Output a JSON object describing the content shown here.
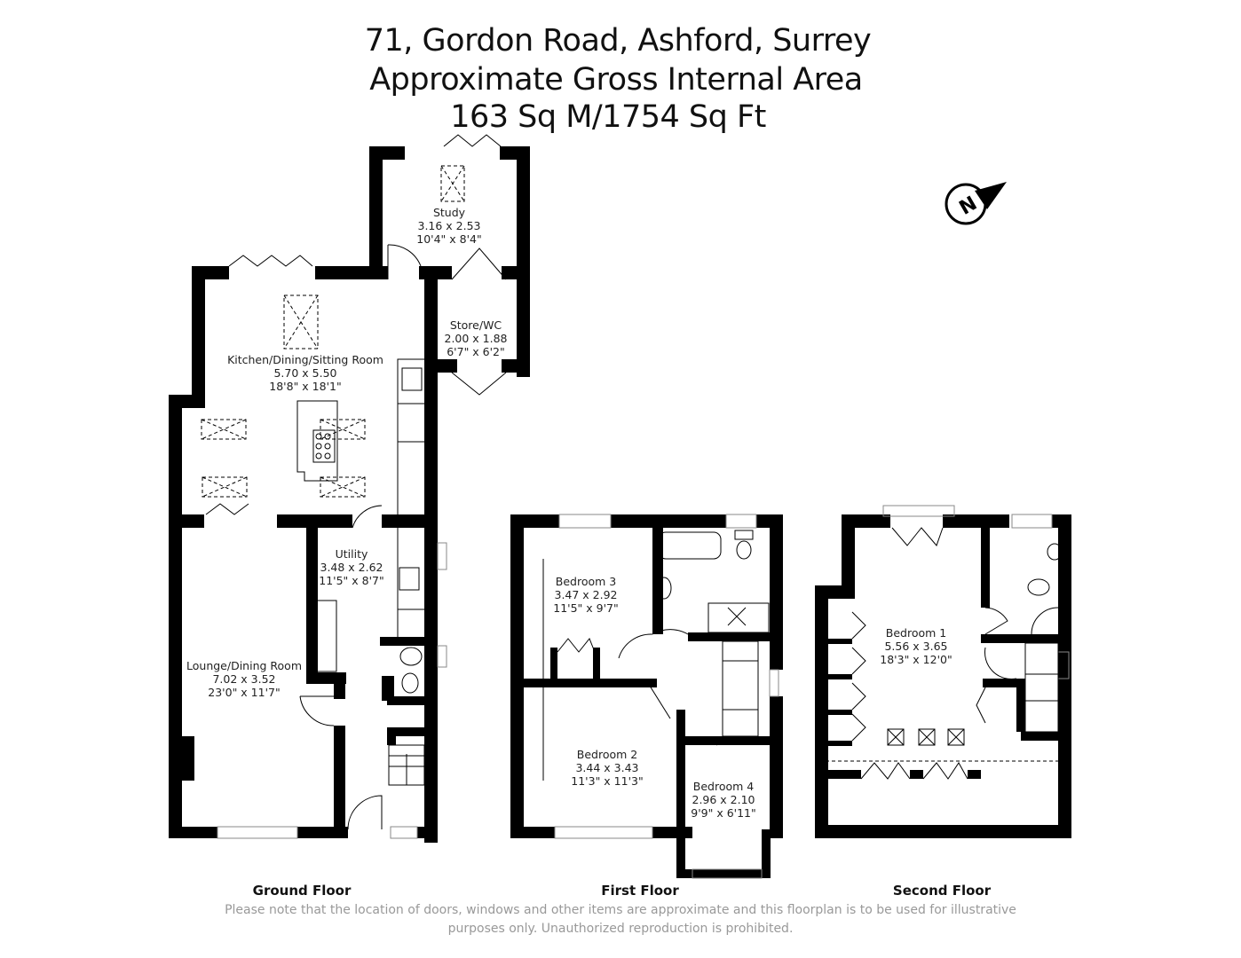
{
  "header": {
    "address": "71, Gordon Road, Ashford, Surrey",
    "area_label": "Approximate Gross Internal Area",
    "area_value": "163 Sq M/1754 Sq Ft"
  },
  "compass": {
    "icon": "north-arrow-icon",
    "label": "N"
  },
  "floors": {
    "ground": {
      "label": "Ground Floor",
      "rooms": [
        {
          "name": "Study",
          "metric": "3.16 x 2.53",
          "imperial": "10'4\" x 8'4\""
        },
        {
          "name": "Store/WC",
          "metric": "2.00 x 1.88",
          "imperial": "6'7\" x 6'2\""
        },
        {
          "name": "Kitchen/Dining/Sitting Room",
          "metric": "5.70 x 5.50",
          "imperial": "18'8\" x 18'1\""
        },
        {
          "name": "Utility",
          "metric": "3.48 x 2.62",
          "imperial": "11'5\" x 8'7\""
        },
        {
          "name": "Lounge/Dining Room",
          "metric": "7.02 x 3.52",
          "imperial": "23'0\" x 11'7\""
        }
      ]
    },
    "first": {
      "label": "First Floor",
      "rooms": [
        {
          "name": "Bedroom 3",
          "metric": "3.47 x 2.92",
          "imperial": "11'5\" x 9'7\""
        },
        {
          "name": "Bedroom 2",
          "metric": "3.44 x 3.43",
          "imperial": "11'3\" x 11'3\""
        },
        {
          "name": "Bedroom 4",
          "metric": "2.96 x 2.10",
          "imperial": "9'9\" x 6'11\""
        }
      ]
    },
    "second": {
      "label": "Second Floor",
      "rooms": [
        {
          "name": "Bedroom 1",
          "metric": "5.56 x 3.65",
          "imperial": "18'3\" x 12'0\""
        }
      ]
    }
  },
  "footer": {
    "disclaimer_line1": "Please note that the location of doors, windows and other items are approximate and this floorplan is to be used for illustrative",
    "disclaimer_line2": "purposes only. Unauthorized reproduction is prohibited."
  },
  "colors": {
    "wall": "#000000",
    "text": "#222222",
    "disclaimer": "#999999",
    "background": "#ffffff"
  }
}
